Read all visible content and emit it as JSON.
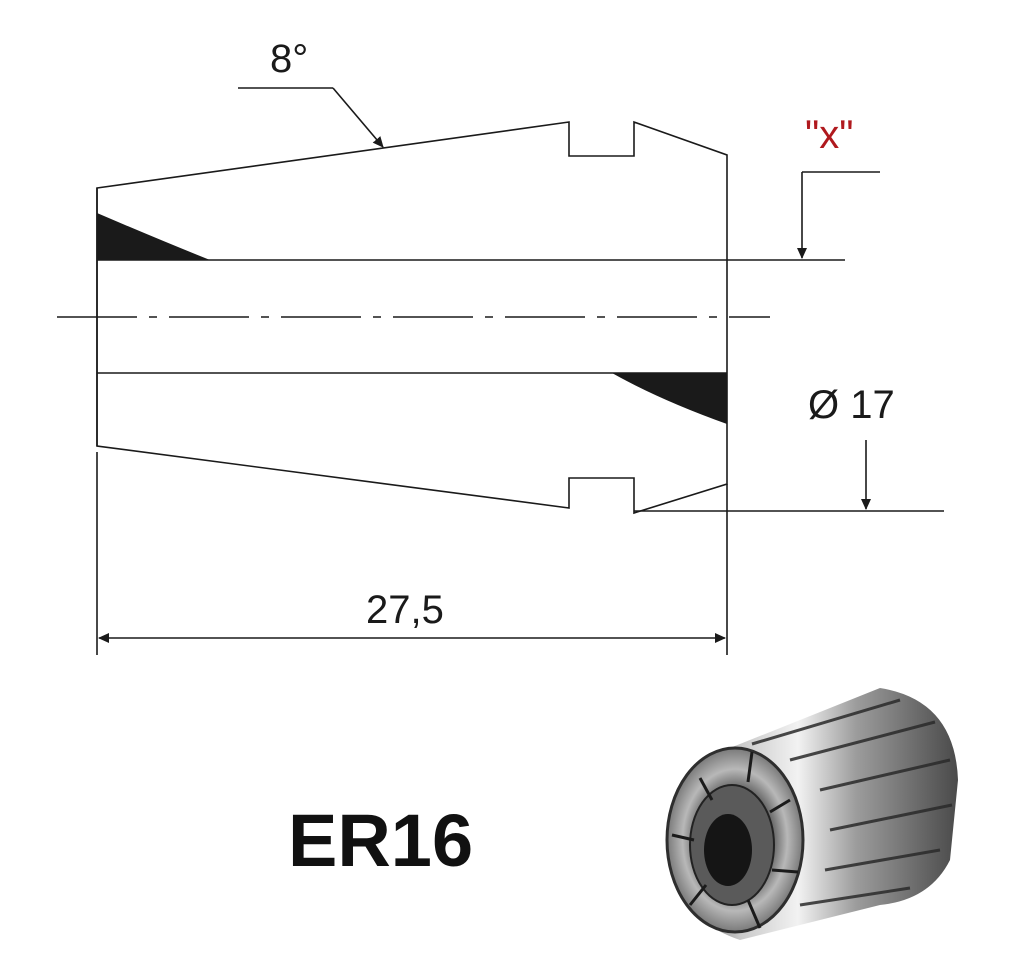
{
  "drawing": {
    "angle_label": "8°",
    "x_label": "\"x\"",
    "diameter_label": "Ø 17",
    "length_label": "27,5",
    "model_label": "ER16"
  },
  "photo": {
    "subject": "collet-photo"
  }
}
